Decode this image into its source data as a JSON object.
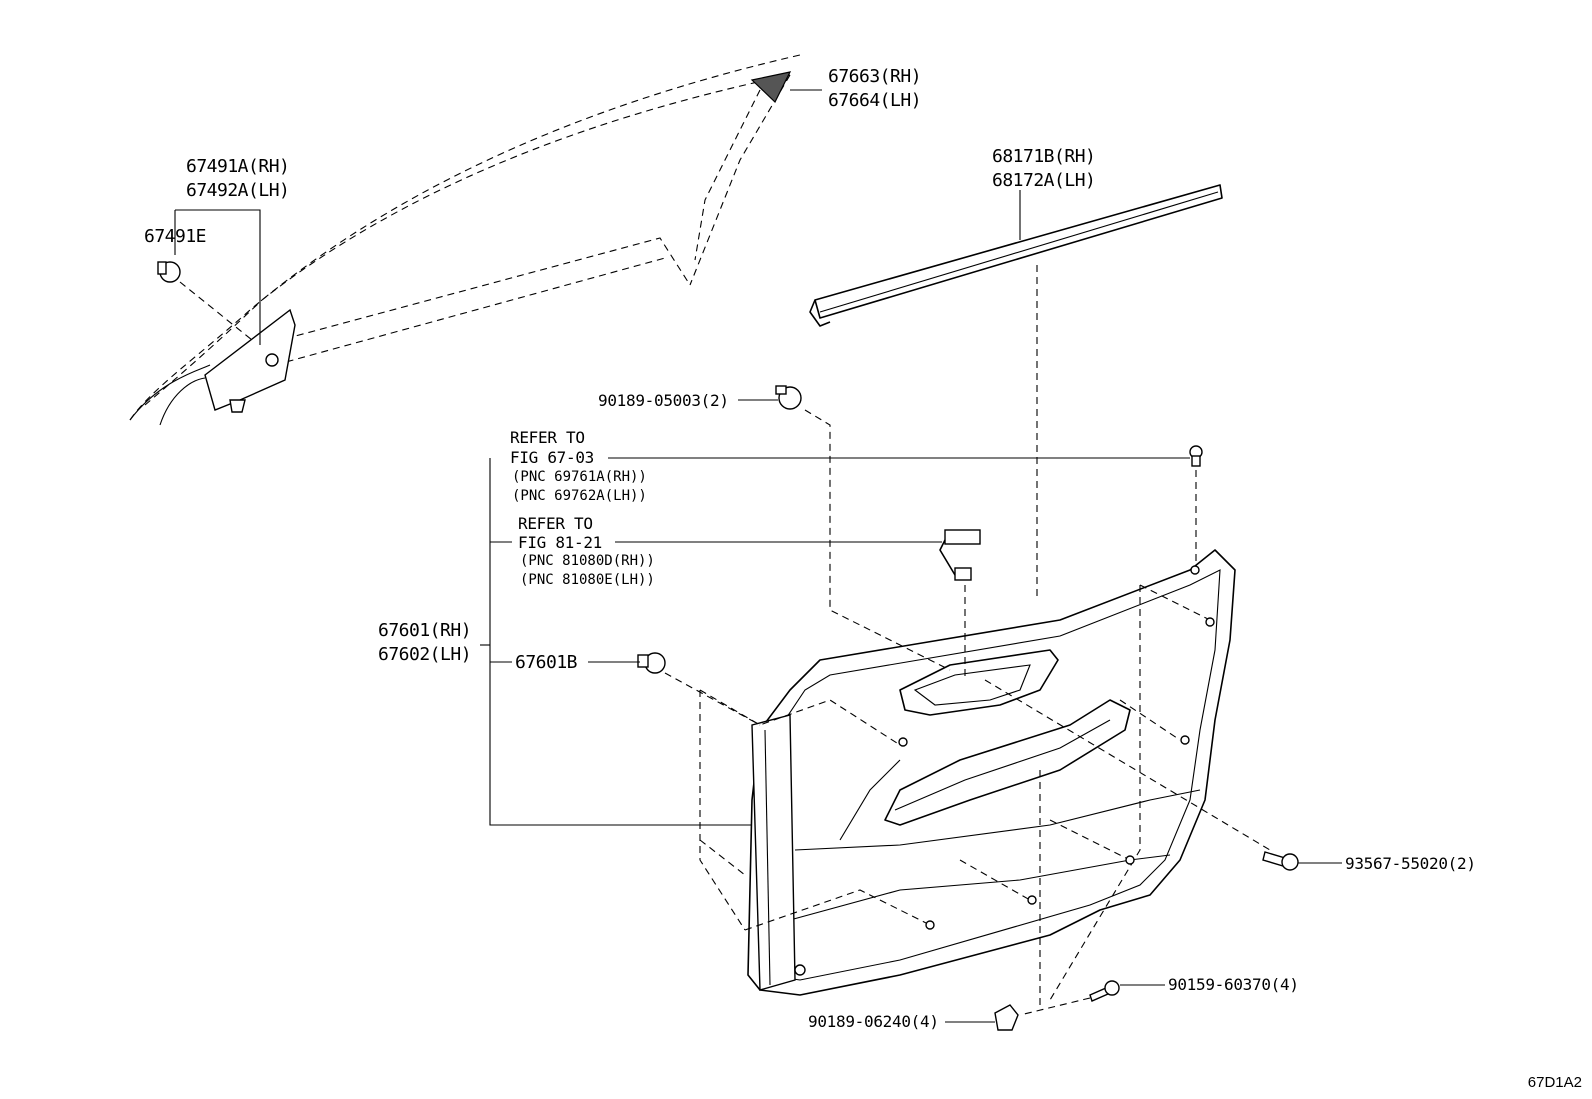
{
  "labels": {
    "p67663": "67663(RH)",
    "p67664": "67664(LH)",
    "p67491a": "67491A(RH)",
    "p67492a": "67492A(LH)",
    "p67491e": "67491E",
    "p68171b": "68171B(RH)",
    "p68172a": "68172A(LH)",
    "p90189_05003": "90189-05003(2)",
    "ref1_line1": "REFER TO",
    "ref1_line2": "FIG 67-03",
    "ref1_pnc1": "(PNC 69761A(RH))",
    "ref1_pnc2": "(PNC 69762A(LH))",
    "ref2_line1": "REFER TO",
    "ref2_line2": "FIG 81-21",
    "ref2_pnc1": "(PNC 81080D(RH))",
    "ref2_pnc2": "(PNC 81080E(LH))",
    "p67601": "67601(RH)",
    "p67602": "67602(LH)",
    "p67601b": "67601B",
    "p93567": "93567-55020(2)",
    "p90159": "90159-60370(4)",
    "p90189_06240": "90189-06240(4)"
  },
  "figure_code": "67D1A2"
}
